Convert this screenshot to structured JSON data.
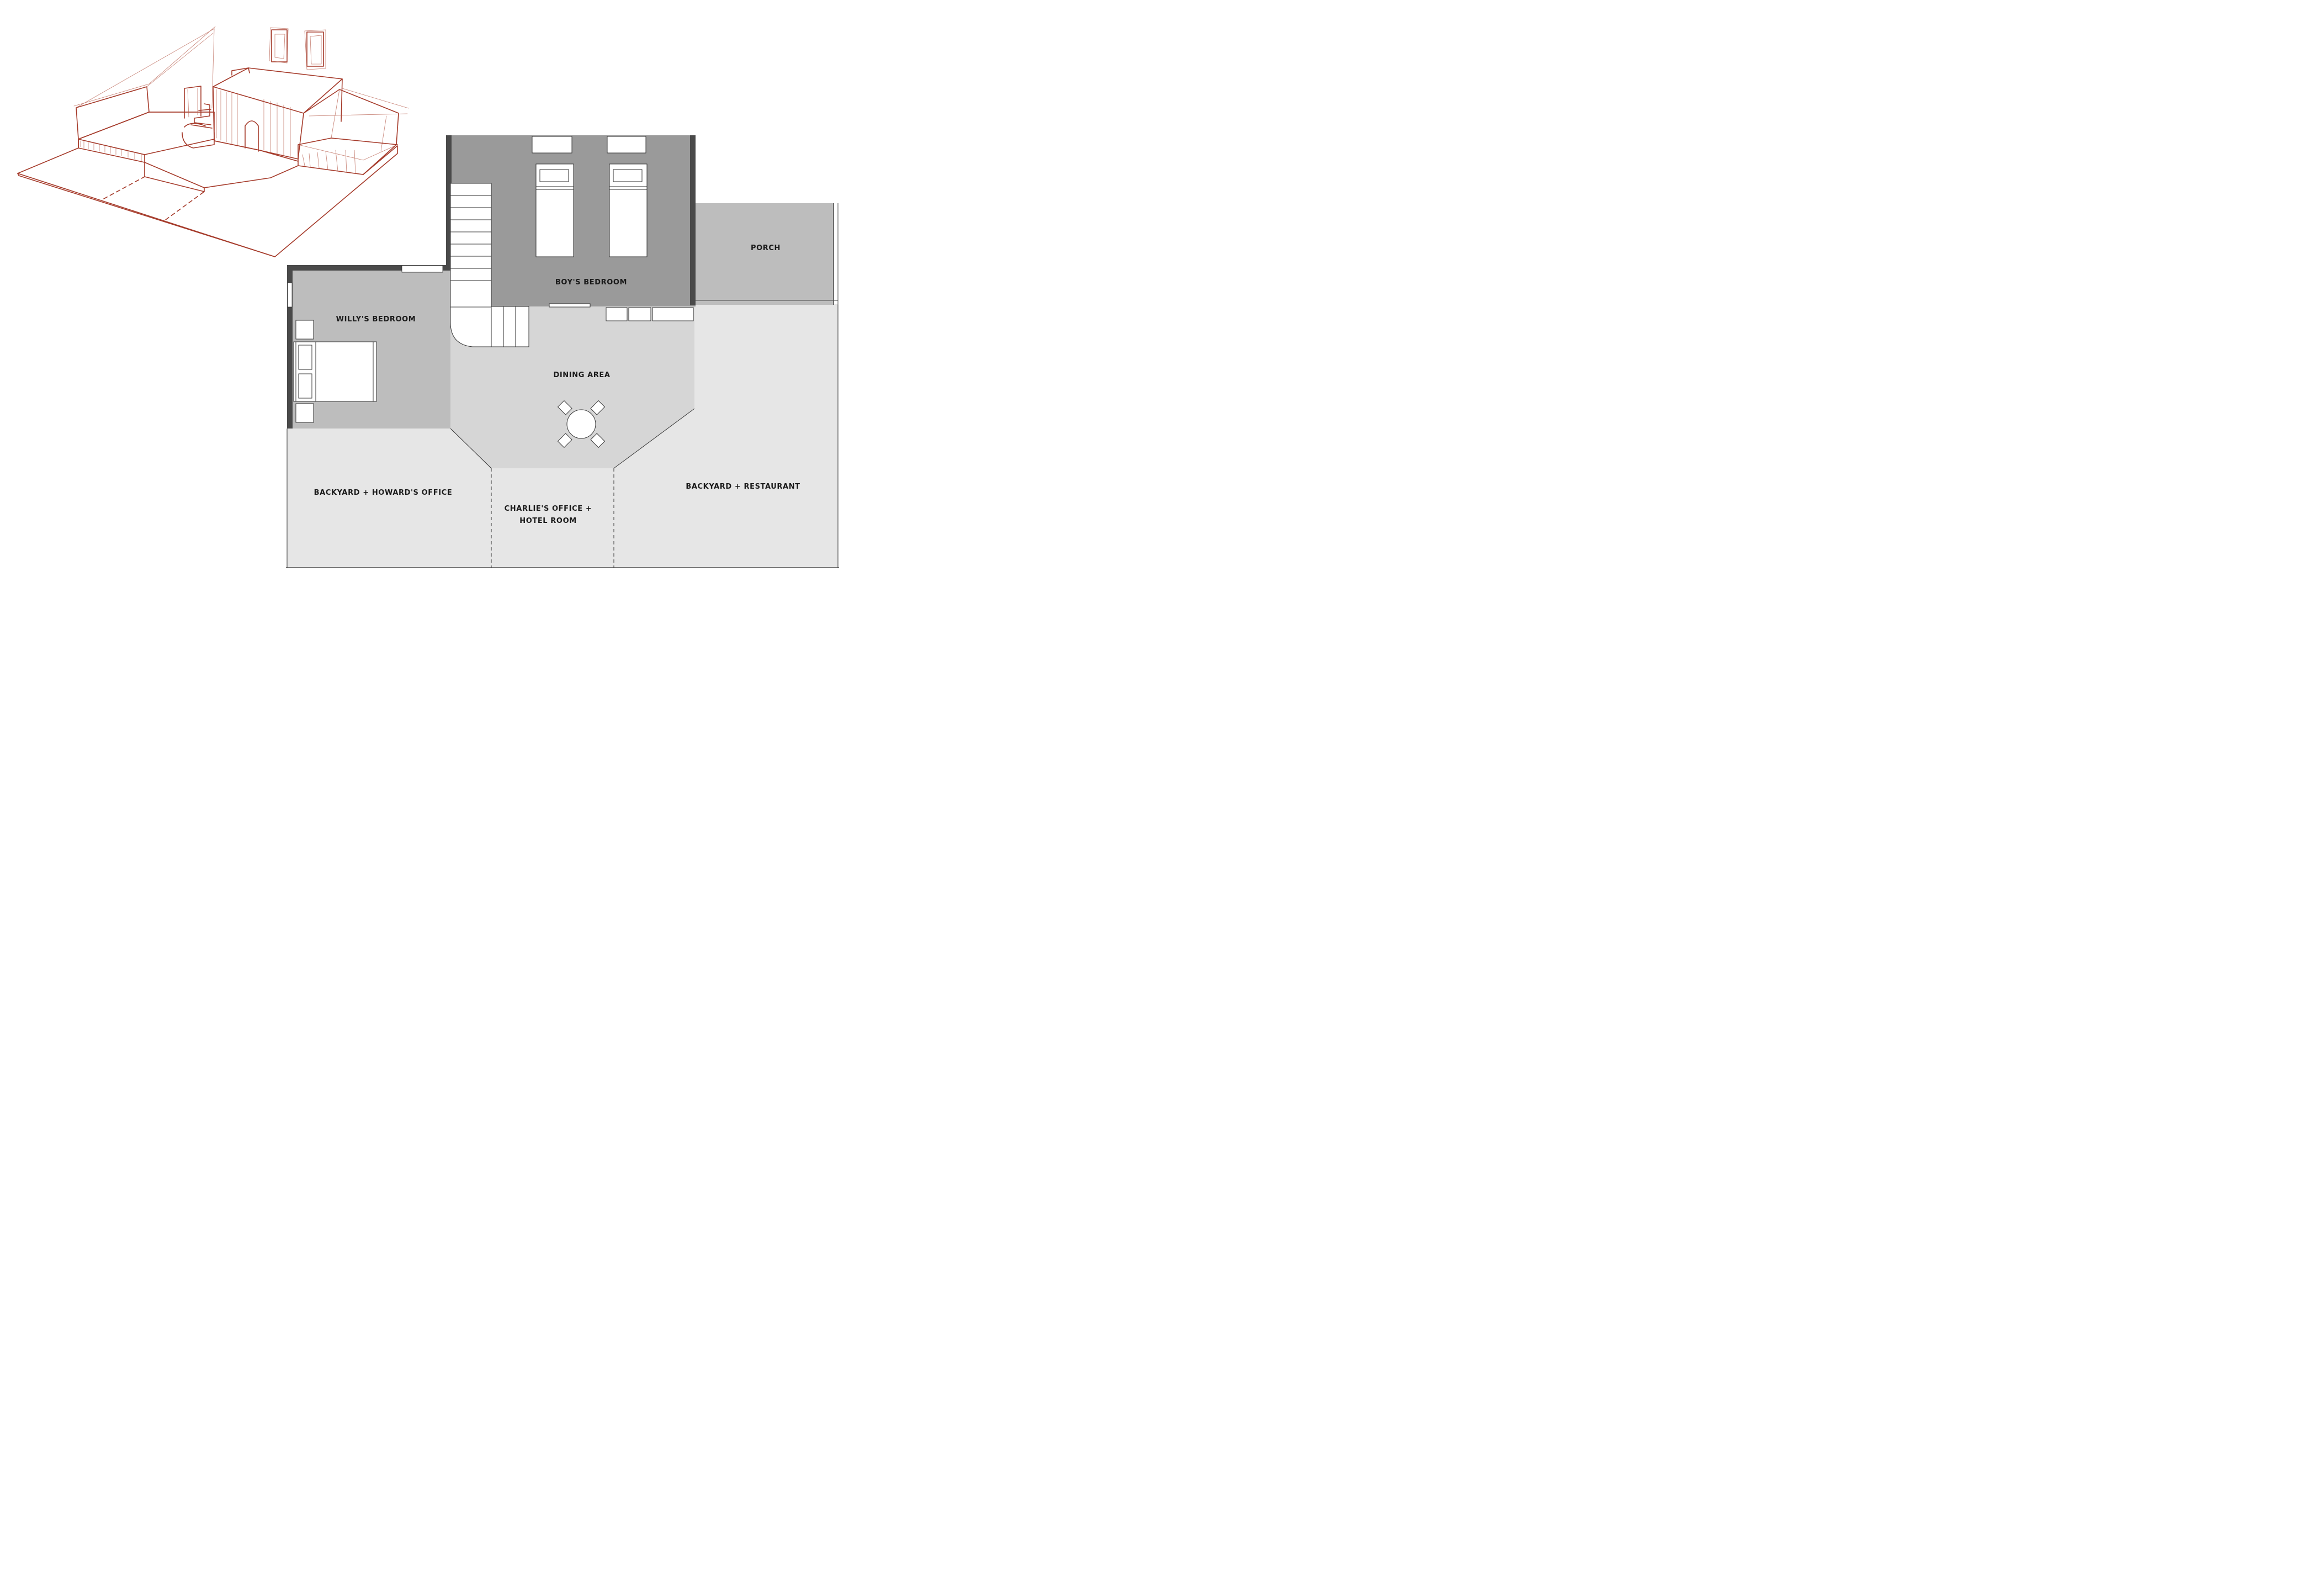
{
  "sketch": {
    "name": "isometric set sketch",
    "stroke_color": "#a53a2a"
  },
  "floor_plan": {
    "colors": {
      "dark_room": "#9a9a9a",
      "mid_room": "#bdbdbd",
      "light_room": "#d6d6d6",
      "yard": "#e6e6e6",
      "wall": "#4a4a4a",
      "furniture": "#ffffff"
    },
    "rooms": {
      "boys_bedroom": "BOY'S BEDROOM",
      "porch": "PORCH",
      "willys_bedroom": "WILLY'S BEDROOM",
      "dining_area": "DINING AREA",
      "backyard_howard": "BACKYARD + HOWARD'S OFFICE",
      "charlies_office_line1": "CHARLIE'S OFFICE +",
      "charlies_office_line2": "HOTEL ROOM",
      "backyard_restaurant": "BACKYARD + RESTAURANT"
    }
  }
}
